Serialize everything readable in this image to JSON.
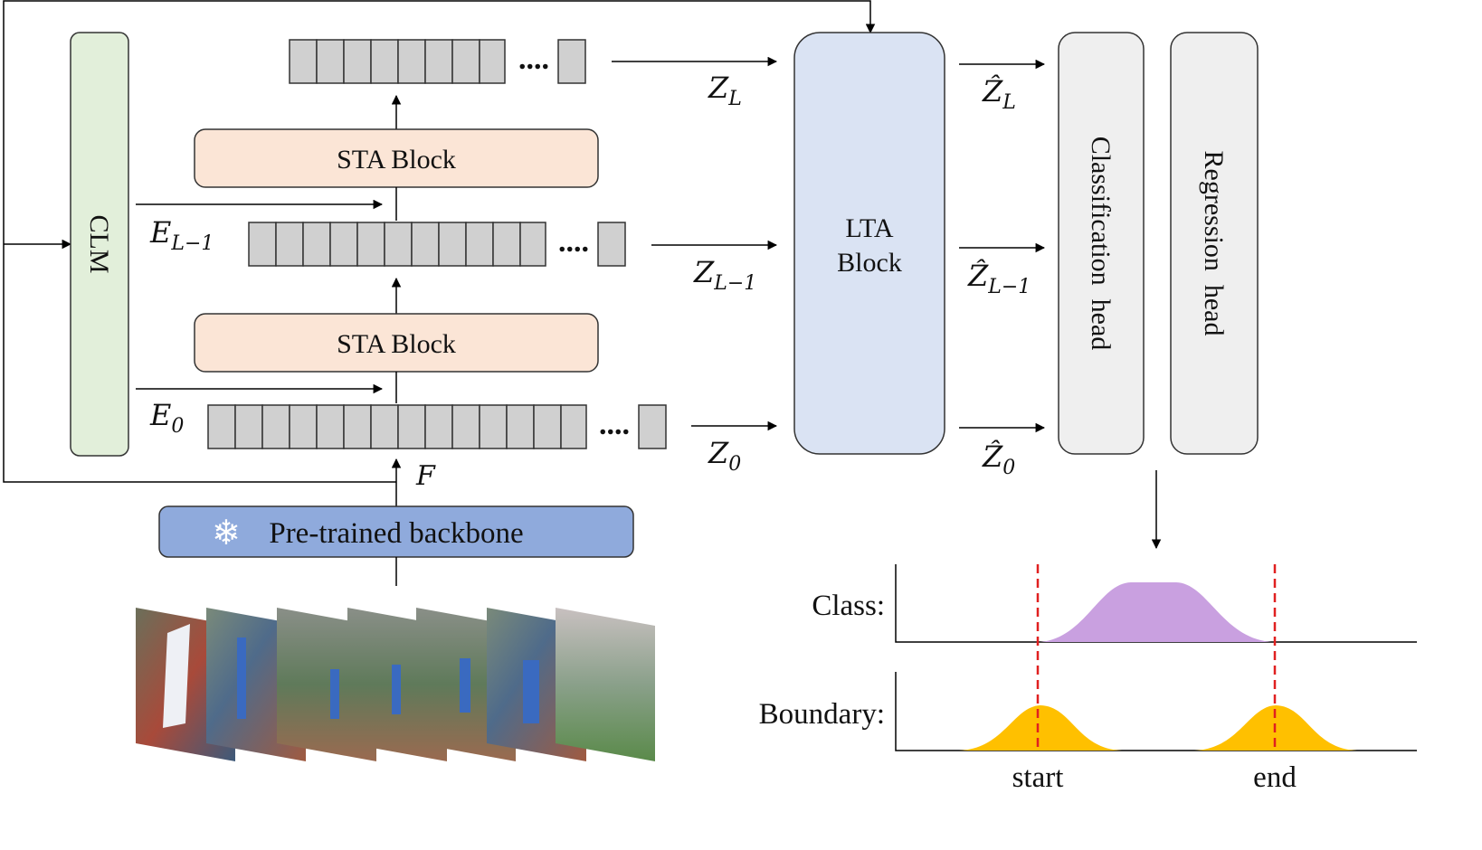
{
  "blocks": {
    "clm": "CLM",
    "sta_top": "STA Block",
    "sta_bottom": "STA Block",
    "lta_line1": "LTA",
    "lta_line2": "Block",
    "classification_head": "Classification  head",
    "regression_head": "Regression  head",
    "backbone": "Pre-trained backbone"
  },
  "labels": {
    "e_l_minus_1": {
      "base": "E",
      "sub": "L−1"
    },
    "e_0": {
      "base": "E",
      "sub": "0"
    },
    "f": "F",
    "z_l": {
      "base": "Z",
      "sub": "L"
    },
    "z_l_minus_1": {
      "base": "Z",
      "sub": "L−1"
    },
    "z_0": {
      "base": "Z",
      "sub": "0"
    },
    "zhat_l": {
      "base": "Ẑ",
      "sub": "L"
    },
    "zhat_l_minus_1": {
      "base": "Ẑ",
      "sub": "L−1"
    },
    "zhat_0": {
      "base": "Ẑ",
      "sub": "0"
    },
    "dots": "....",
    "snowflake": "❄"
  },
  "output_plot": {
    "class_label": "Class:",
    "boundary_label": "Boundary:",
    "start_label": "start",
    "end_label": "end"
  },
  "colors": {
    "clm_fill": "#e2efda",
    "sta_fill": "#fbe5d6",
    "lta_fill": "#dae3f3",
    "head_fill": "#efefef",
    "backbone_fill": "#8faadc",
    "cell_fill": "#d0d0d0",
    "class_curve": "#c9a0e0",
    "boundary_curve": "#ffc000",
    "marker_line": "#e02020"
  }
}
